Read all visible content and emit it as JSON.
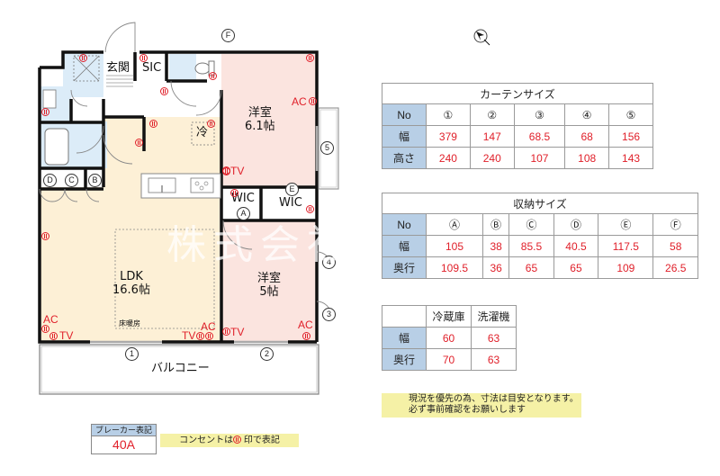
{
  "floorplan": {
    "rooms": {
      "entrance": "玄関",
      "sic": "SIC",
      "western1": {
        "name": "洋室",
        "size": "6.1帖"
      },
      "western2": {
        "name": "洋室",
        "size": "5帖"
      },
      "ldk": {
        "name": "LDK",
        "size": "16.6帖"
      },
      "floor_heating": "床暖房",
      "wic1": "WIC",
      "wic2": "WIC",
      "fridge": "冷",
      "balcony": "バルコニー"
    },
    "markers": {
      "ac": "AC",
      "tv": "TV"
    },
    "window_numbers": [
      "1",
      "2",
      "3",
      "4",
      "5"
    ],
    "storage_letters": [
      "A",
      "B",
      "C",
      "D",
      "E",
      "F"
    ]
  },
  "watermark": "株式会社　　ス",
  "curtain_table": {
    "title": "カーテンサイズ",
    "header_label": "No",
    "columns": [
      "①",
      "②",
      "③",
      "④",
      "⑤"
    ],
    "rows": [
      {
        "label": "幅",
        "values": [
          "379",
          "147",
          "68.5",
          "68",
          "156"
        ]
      },
      {
        "label": "高さ",
        "values": [
          "240",
          "240",
          "107",
          "108",
          "143"
        ]
      }
    ]
  },
  "storage_table": {
    "title": "収納サイズ",
    "header_label": "No",
    "columns": [
      "Ⓐ",
      "Ⓑ",
      "Ⓒ",
      "Ⓓ",
      "Ⓔ",
      "Ⓕ"
    ],
    "rows": [
      {
        "label": "幅",
        "values": [
          "105",
          "38",
          "85.5",
          "40.5",
          "117.5",
          "58"
        ]
      },
      {
        "label": "奥行",
        "values": [
          "109.5",
          "36",
          "65",
          "65",
          "109",
          "26.5"
        ]
      }
    ]
  },
  "appliance_table": {
    "columns": [
      "冷蔵庫",
      "洗濯機"
    ],
    "rows": [
      {
        "label": "幅",
        "values": [
          "60",
          "63"
        ]
      },
      {
        "label": "奥行",
        "values": [
          "70",
          "63"
        ]
      }
    ]
  },
  "note": {
    "line1": "現況を優先の為、寸法は目安となります。",
    "line2": "必ず事前確認をお願いします"
  },
  "breaker": {
    "label": "ブレーカー表記",
    "value": "40A"
  },
  "outlet_note": {
    "prefix": "コンセントは",
    "suffix": " 印で表記"
  },
  "colors": {
    "ldk": "#fdf0d6",
    "western": "#fbe4df",
    "wet": "#dcecf8",
    "header": "#b8cfe6",
    "value_red": "#e0202a",
    "note_yellow": "#f5f1a6"
  }
}
